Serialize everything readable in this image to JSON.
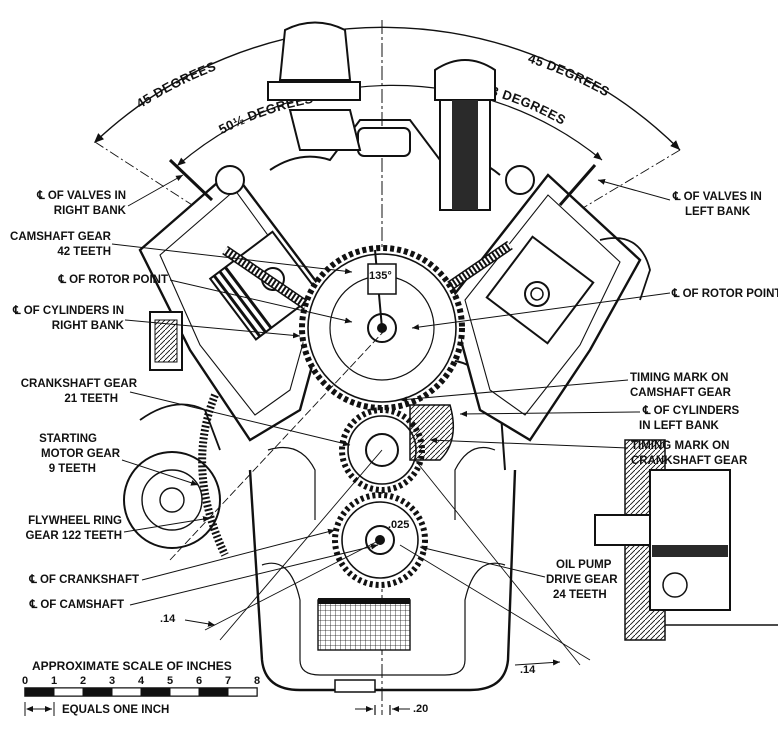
{
  "colors": {
    "ink": "#111111",
    "paper": "#ffffff",
    "shade": "#9a9a9a",
    "dark": "#2a2a2a"
  },
  "arc_labels": {
    "left_45": "45 DEGREES",
    "right_45": "45 DEGREES",
    "left_50half": "50½ DEGREES",
    "right_53": "53 DEGREES"
  },
  "center_angle": "135°",
  "callouts": {
    "valves_right_1": "℄ OF VALVES IN",
    "valves_right_2": "RIGHT BANK",
    "cam_gear_1": "CAMSHAFT GEAR",
    "cam_gear_2": "42 TEETH",
    "rotor_left": "℄ OF ROTOR POINT",
    "cyl_right_1": "℄ OF CYLINDERS IN",
    "cyl_right_2": "RIGHT BANK",
    "crank_gear_1": "CRANKSHAFT GEAR",
    "crank_gear_2": "21 TEETH",
    "starter_1": "STARTING",
    "starter_2": "MOTOR GEAR",
    "starter_3": "9 TEETH",
    "flywheel_1": "FLYWHEEL RING",
    "flywheel_2": "GEAR 122 TEETH",
    "cl_crank": "℄ OF CRANKSHAFT",
    "cl_cam": "℄ OF CAMSHAFT",
    "valves_left_1": "℄ OF VALVES IN",
    "valves_left_2": "LEFT BANK",
    "rotor_right": "℄ OF ROTOR POINT",
    "timing_cam_1": "TIMING MARK ON",
    "timing_cam_2": "CAMSHAFT GEAR",
    "cyl_left_1": "℄ OF CYLINDERS",
    "cyl_left_2": "IN LEFT BANK",
    "timing_crank_1": "TIMING MARK ON",
    "timing_crank_2": "CRANKSHAFT GEAR",
    "oil_pump_1": "OIL PUMP",
    "oil_pump_2": "DRIVE GEAR",
    "oil_pump_3": "24 TEETH"
  },
  "dimensions": {
    "d014_left": ".14",
    "d014_right": ".14",
    "d020": ".20",
    "d025": ".025"
  },
  "scale": {
    "title": "APPROXIMATE SCALE OF INCHES",
    "ticks": [
      "0",
      "1",
      "2",
      "3",
      "4",
      "5",
      "6",
      "7",
      "8"
    ],
    "equals": "EQUALS ONE INCH"
  }
}
